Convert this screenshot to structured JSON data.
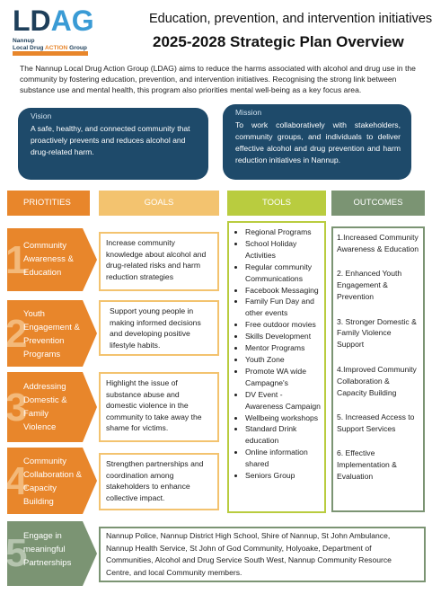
{
  "logo": {
    "word_l": "LD",
    "word_r": "AG",
    "sub1": "Nannup",
    "sub2a": "Local Drug ",
    "sub2b": "ACTION",
    "sub2c": " Group"
  },
  "header": {
    "line1": "Education, prevention, and intervention initiatives",
    "line2": "2025-2028 Strategic Plan Overview"
  },
  "intro": "The Nannup Local Drug Action Group (LDAG) aims to reduce the harms associated with alcohol and drug use in the community by fostering education, prevention, and intervention initiatives. Recognising the strong link between substance use and mental health, this program also priorities mental well-being as a key focus area.",
  "vision": {
    "title": "Vision",
    "body": "A safe, healthy, and connected community that proactively prevents and reduces alcohol and drug-related harm."
  },
  "mission": {
    "title": "Mission",
    "body": "To work collaboratively with stakeholders, community groups, and individuals to deliver effective alcohol and drug prevention and harm reduction initiatives in Nannup."
  },
  "columns": {
    "priorities": "PRIOTITIES",
    "goals": "GOALS",
    "tools": "TOOLS",
    "outcomes": "OUTCOMES"
  },
  "priorities": [
    {
      "num": "1",
      "label": "Community Awareness & Education"
    },
    {
      "num": "2",
      "label": "Youth Engagement & Prevention Programs"
    },
    {
      "num": "3",
      "label": "Addressing Domestic & Family Violence"
    },
    {
      "num": "4",
      "label": "Community Collaboration & Capacity Building"
    },
    {
      "num": "5",
      "label": "Engage in meaningful Partnerships"
    }
  ],
  "goals": [
    "Increase community knowledge about alcohol and drug-related risks and harm reduction strategies",
    "Support young people in making informed decisions and developing positive lifestyle habits.",
    "Highlight the issue of substance abuse and domestic violence in the community to take away the shame for victims.",
    "Strengthen partnerships and coordination among stakeholders to enhance collective impact."
  ],
  "tools": [
    "Regional Programs",
    "School Holiday Activities",
    "Regular community Communications",
    "Facebook Messaging",
    "Family Fun Day and other events",
    "Free outdoor movies",
    "Skills Development",
    "Mentor Programs",
    "Youth Zone",
    "Promote WA wide Campagne's",
    "DV Event - Awareness Campaign",
    "Wellbeing workshops",
    "Standard Drink education",
    "Online information shared",
    "Seniors Group"
  ],
  "outcomes": [
    "1.Increased Community Awareness & Education",
    "2. Enhanced Youth Engagement & Prevention",
    "3. Stronger Domestic & Family Violence Support",
    "4.Improved Community Collaboration & Capacity Building",
    "5. Increased Access to Support Services",
    "6. Effective Implementation & Evaluation"
  ],
  "partners": "Nannup Police, Nannup District High School, Shire of Nannup, St John Ambulance, Nannup Health Service, St John of God Community, Holyoake, Department of Communities, Alcohol and Drug Service South West, Nannup Community Resource Centre, and local Community members.",
  "colors": {
    "navy": "#1e4a6a",
    "orange": "#e8862b",
    "gold": "#f3c36f",
    "lime": "#b9cc3f",
    "sage": "#7b9473"
  }
}
